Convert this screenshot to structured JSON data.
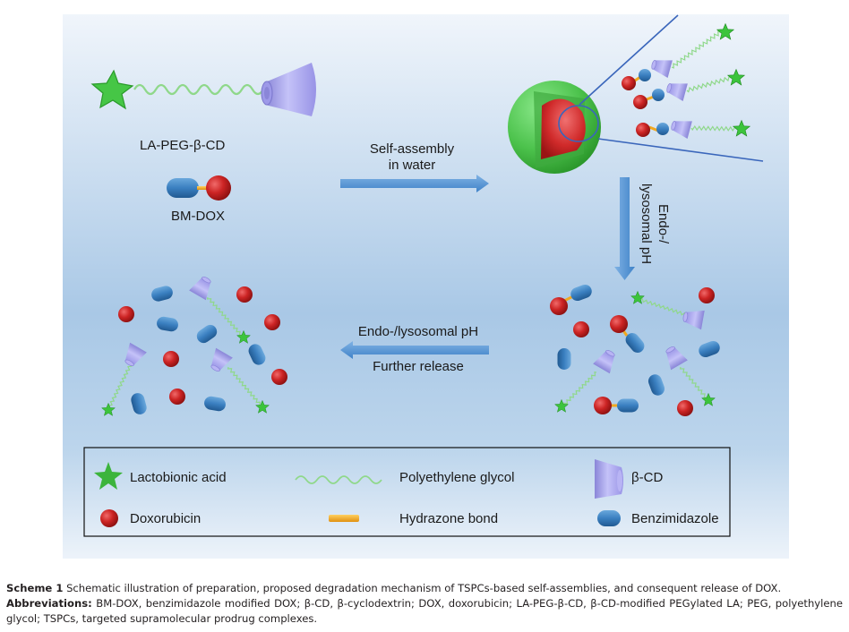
{
  "labels": {
    "la_peg_cd": "LA-PEG-β-CD",
    "bm_dox": "BM-DOX",
    "self_assembly_line1": "Self-assembly",
    "self_assembly_line2": "in water",
    "endo_vertical_line1": "Endo-/",
    "endo_vertical_line2": "lysosomal pH",
    "endo_horizontal": "Endo-/lysosomal pH",
    "further_release": "Further release"
  },
  "legend": {
    "items": [
      {
        "icon": "star-icon",
        "label": "Lactobionic acid"
      },
      {
        "icon": "wave-icon",
        "label": "Polyethylene glycol"
      },
      {
        "icon": "cone-icon",
        "label": "β-CD"
      },
      {
        "icon": "sphere-icon",
        "label": "Doxorubicin"
      },
      {
        "icon": "bar-icon",
        "label": "Hydrazone bond"
      },
      {
        "icon": "capsule-icon",
        "label": "Benzimidazole"
      }
    ]
  },
  "caption": {
    "title_bold": "Scheme 1",
    "title_text": " Schematic illustration of preparation, proposed degradation mechanism of TSPCs-based self-assemblies, and consequent release of DOX.",
    "abbrev_bold": "Abbreviations:",
    "abbrev_text": " BM-DOX, benzimidazole modified DOX; β-CD, β-cyclodextrin; DOX, doxorubicin; LA-PEG-β-CD, β-CD-modified PEGylated LA; PEG, polyethylene glycol; TSPCs, targeted supramolecular prodrug complexes."
  },
  "colors": {
    "star": "#3cb43c",
    "peg": "#8fd88a",
    "cone": "#a8a4ee",
    "dox": "#cc2222",
    "bond": "#f0a820",
    "capsule": "#3a7fc0",
    "arrow": "#5b9bd5",
    "shell": "#5cc85c",
    "zoom_line": "#3a66bb"
  }
}
